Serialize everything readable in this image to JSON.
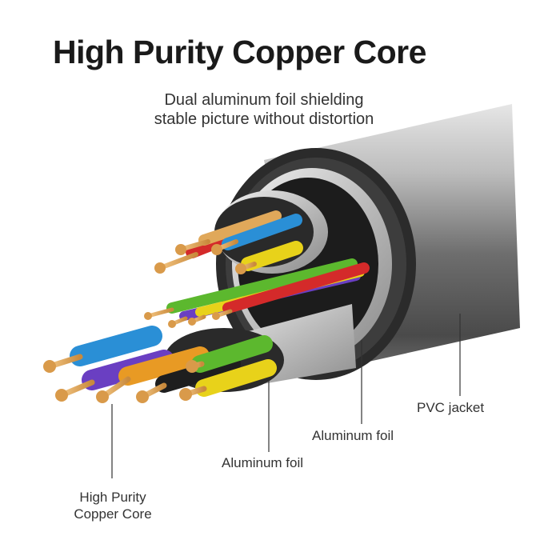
{
  "title": "High Purity Copper Core",
  "subtitle_lines": [
    "Dual aluminum foil shielding",
    "stable picture without distortion"
  ],
  "labels": {
    "pvc_jacket": "PVC jacket",
    "aluminum_foil_outer": "Aluminum foil",
    "aluminum_foil_inner": "Aluminum foil",
    "copper_core_line1": "High Purity",
    "copper_core_line2": "Copper Core"
  },
  "colors": {
    "jacket": "#3a3a3a",
    "foil": "#c9c9c9",
    "copper": "#e0a85a",
    "wire_blue": "#2a8fd6",
    "wire_yellow": "#e8d21a",
    "wire_red": "#d42a2a",
    "wire_green": "#5cb82e",
    "wire_purple": "#6a3fc2",
    "wire_orange": "#e89a24",
    "wire_black": "#1e1e1e"
  }
}
